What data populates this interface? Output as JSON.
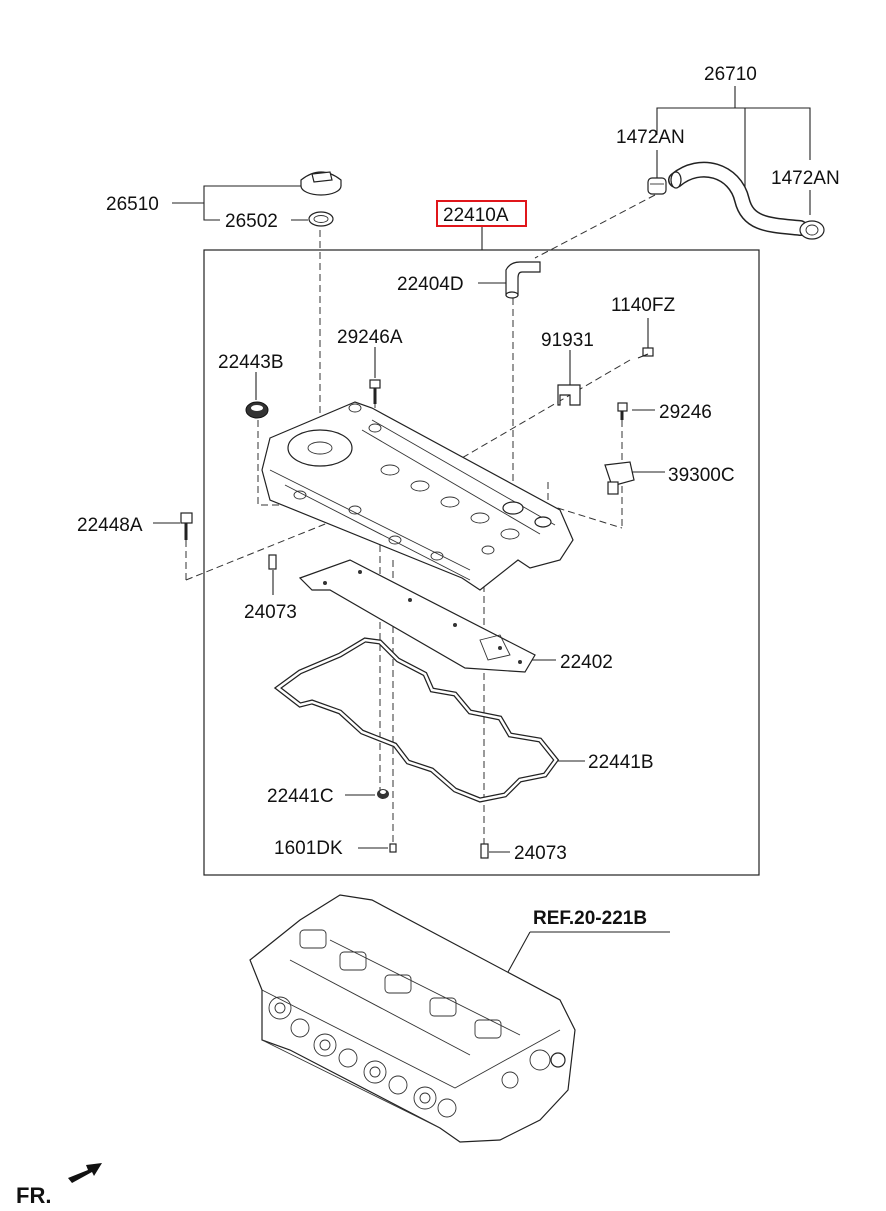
{
  "accent_color": "#e0161b",
  "labels": {
    "l26710": "26710",
    "l1472AN_a": "1472AN",
    "l1472AN_b": "1472AN",
    "l26510": "26510",
    "l26502": "26502",
    "l22410A": "22410A",
    "l22404D": "22404D",
    "l1140FZ": "1140FZ",
    "l91931": "91931",
    "l29246A": "29246A",
    "l22443B": "22443B",
    "l29246": "29246",
    "l39300C": "39300C",
    "l22448A": "22448A",
    "l24073_a": "24073",
    "l22402": "22402",
    "l22441B": "22441B",
    "l22441C": "22441C",
    "l1601DK": "1601DK",
    "l24073_b": "24073"
  },
  "reference": {
    "label": "REF.20-221B"
  },
  "direction": {
    "label": "FR."
  }
}
